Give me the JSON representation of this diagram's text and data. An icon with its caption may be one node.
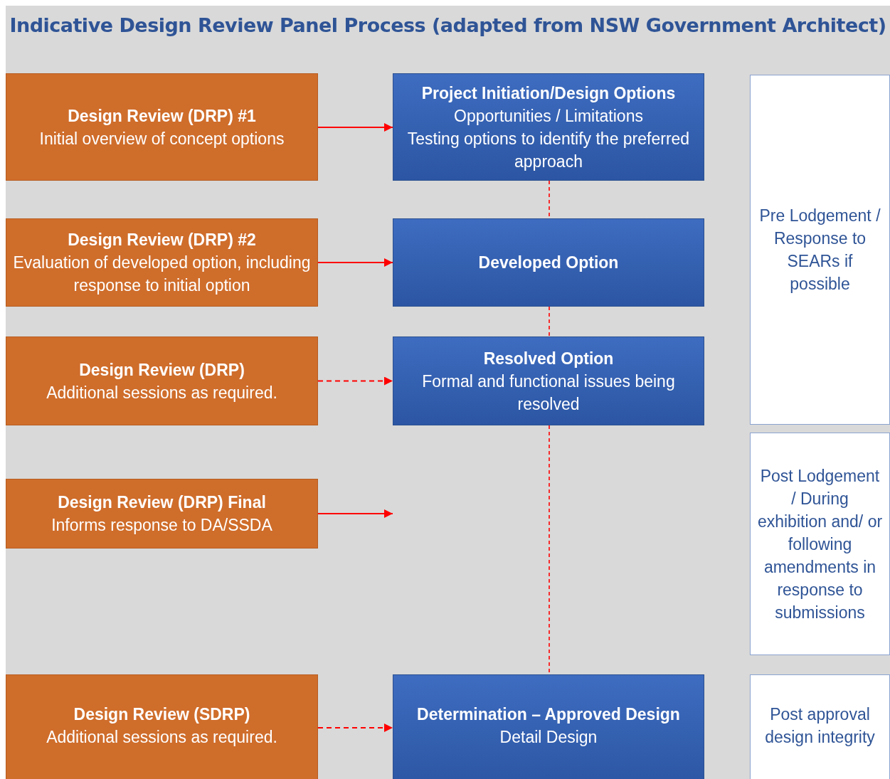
{
  "diagram": {
    "title": "Indicative Design Review Panel Process (adapted from NSW Government Architect)",
    "nodes": [
      {
        "text": [
          "Design Review (DRP) #1",
          "Initial overview of concept options"
        ]
      },
      {
        "text": [
          "Project Initiation/Design Options",
          "Opportunities / Limitations",
          "Testing options to identify the preferred approach"
        ]
      },
      {
        "text": [
          "Pre Lodgement / Response to SEARs if possible"
        ]
      },
      {
        "text": [
          "Design Review (DRP) #2",
          "Evaluation of developed option, including response to initial option"
        ]
      },
      {
        "text": [
          "Developed Option"
        ]
      },
      {
        "text": [
          "Design Review (DRP)",
          "Additional sessions as required."
        ]
      },
      {
        "text": [
          "Resolved Option",
          "Formal and functional issues being resolved"
        ]
      },
      {
        "text": [
          "Design Review (DRP) Final",
          "Informs response to DA/SSDA"
        ]
      },
      {
        "text": [
          "Post Lodgement / During exhibition and/ or following amendments in response to submissions"
        ]
      },
      {
        "text": [
          "Design Review (SDRP)",
          "Additional sessions as required."
        ]
      },
      {
        "text": [
          "Determination – Approved Design",
          "Detail Design"
        ]
      },
      {
        "text": [
          "Post approval design integrity"
        ]
      }
    ],
    "edges": [
      {
        "from": 0,
        "to": 1,
        "arrow": "to"
      },
      {
        "from": 3,
        "to": 4,
        "arrow": "to"
      },
      {
        "from": 5,
        "to": 6,
        "arrow": "to",
        "style": "dashed"
      },
      {
        "from": 7,
        "to": null,
        "arrow": "to"
      },
      {
        "from": 9,
        "to": 10,
        "arrow": "to",
        "style": "dashed"
      },
      {
        "from": 1,
        "to": 4,
        "arrow": "none",
        "style": "dashed"
      },
      {
        "from": 4,
        "to": 6,
        "arrow": "none",
        "style": "dashed"
      },
      {
        "from": 6,
        "to": 10,
        "arrow": "none",
        "style": "dashed"
      }
    ]
  }
}
